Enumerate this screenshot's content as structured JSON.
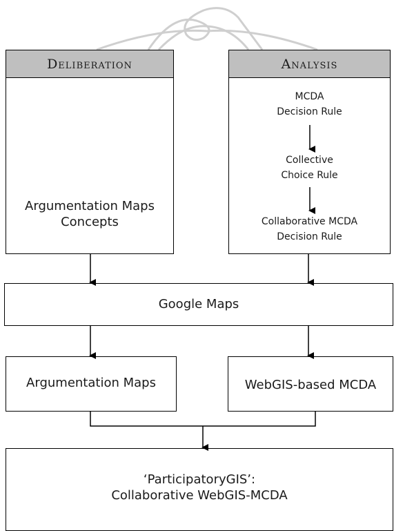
{
  "watermark": {
    "icon": "ribbon-knot-icon",
    "color": "#cfcfcf"
  },
  "deliberation": {
    "header": "Deliberation",
    "body": "Argumentation Maps\nConcepts"
  },
  "analysis": {
    "header": "Analysis",
    "steps": [
      "MCDA\nDecision Rule",
      "Collective\nChoice Rule",
      "Collaborative  MCDA\nDecision Rule"
    ]
  },
  "google_maps": "Google Maps",
  "argumentation_maps": "Argumentation Maps",
  "webgis_mcda": "WebGIS-based MCDA",
  "participatory": "‘ParticipatoryGIS’:\nCollaborative WebGIS-MCDA",
  "colors": {
    "header_fill": "#bfbfbf",
    "line": "#000000"
  }
}
